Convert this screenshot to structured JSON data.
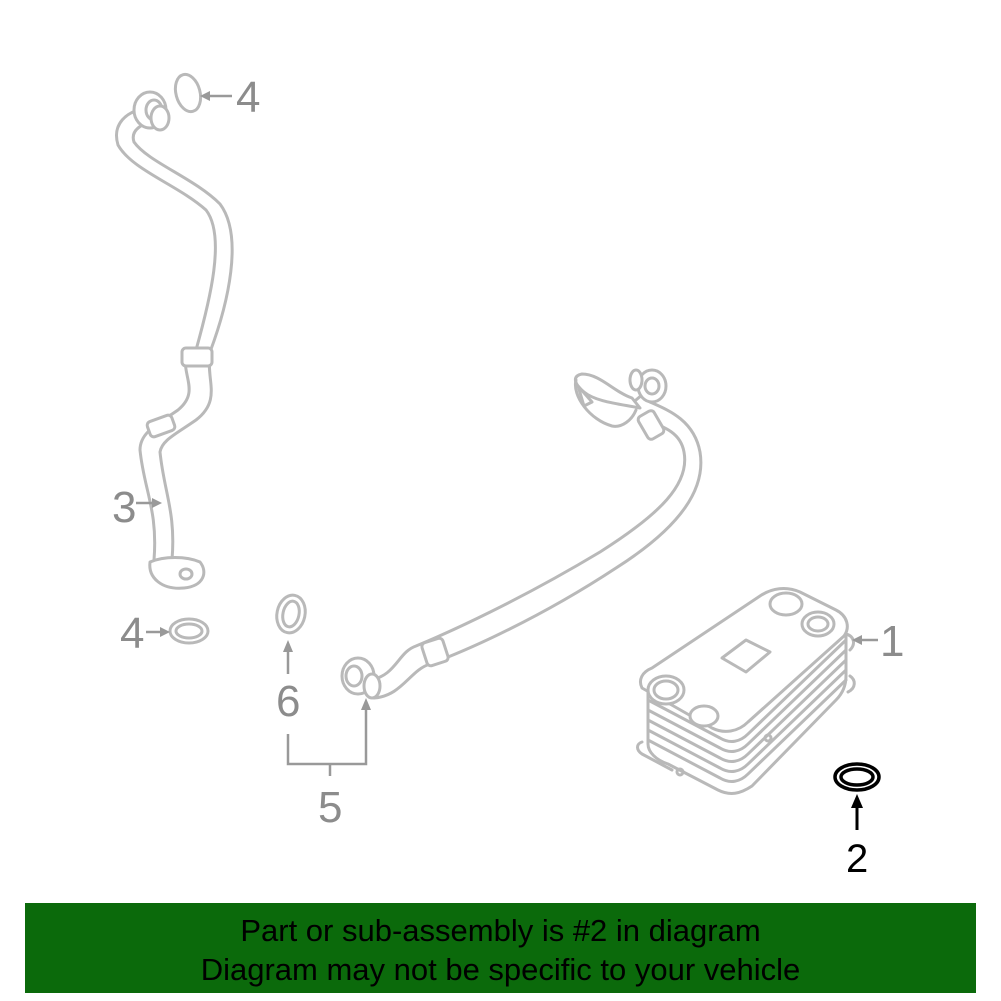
{
  "callouts": {
    "c1": "1",
    "c2": "2",
    "c3": "3",
    "c4_top": "4",
    "c4_bottom": "4",
    "c5": "5",
    "c6": "6"
  },
  "highlighted_part": "2",
  "colors": {
    "banner_background": "#0b6a0b",
    "part_lines": "#b9b9b9",
    "highlight": "#000000"
  },
  "banner": {
    "line1": "Part or sub-assembly is #2 in diagram",
    "line2": "Diagram may not be specific to your vehicle"
  }
}
